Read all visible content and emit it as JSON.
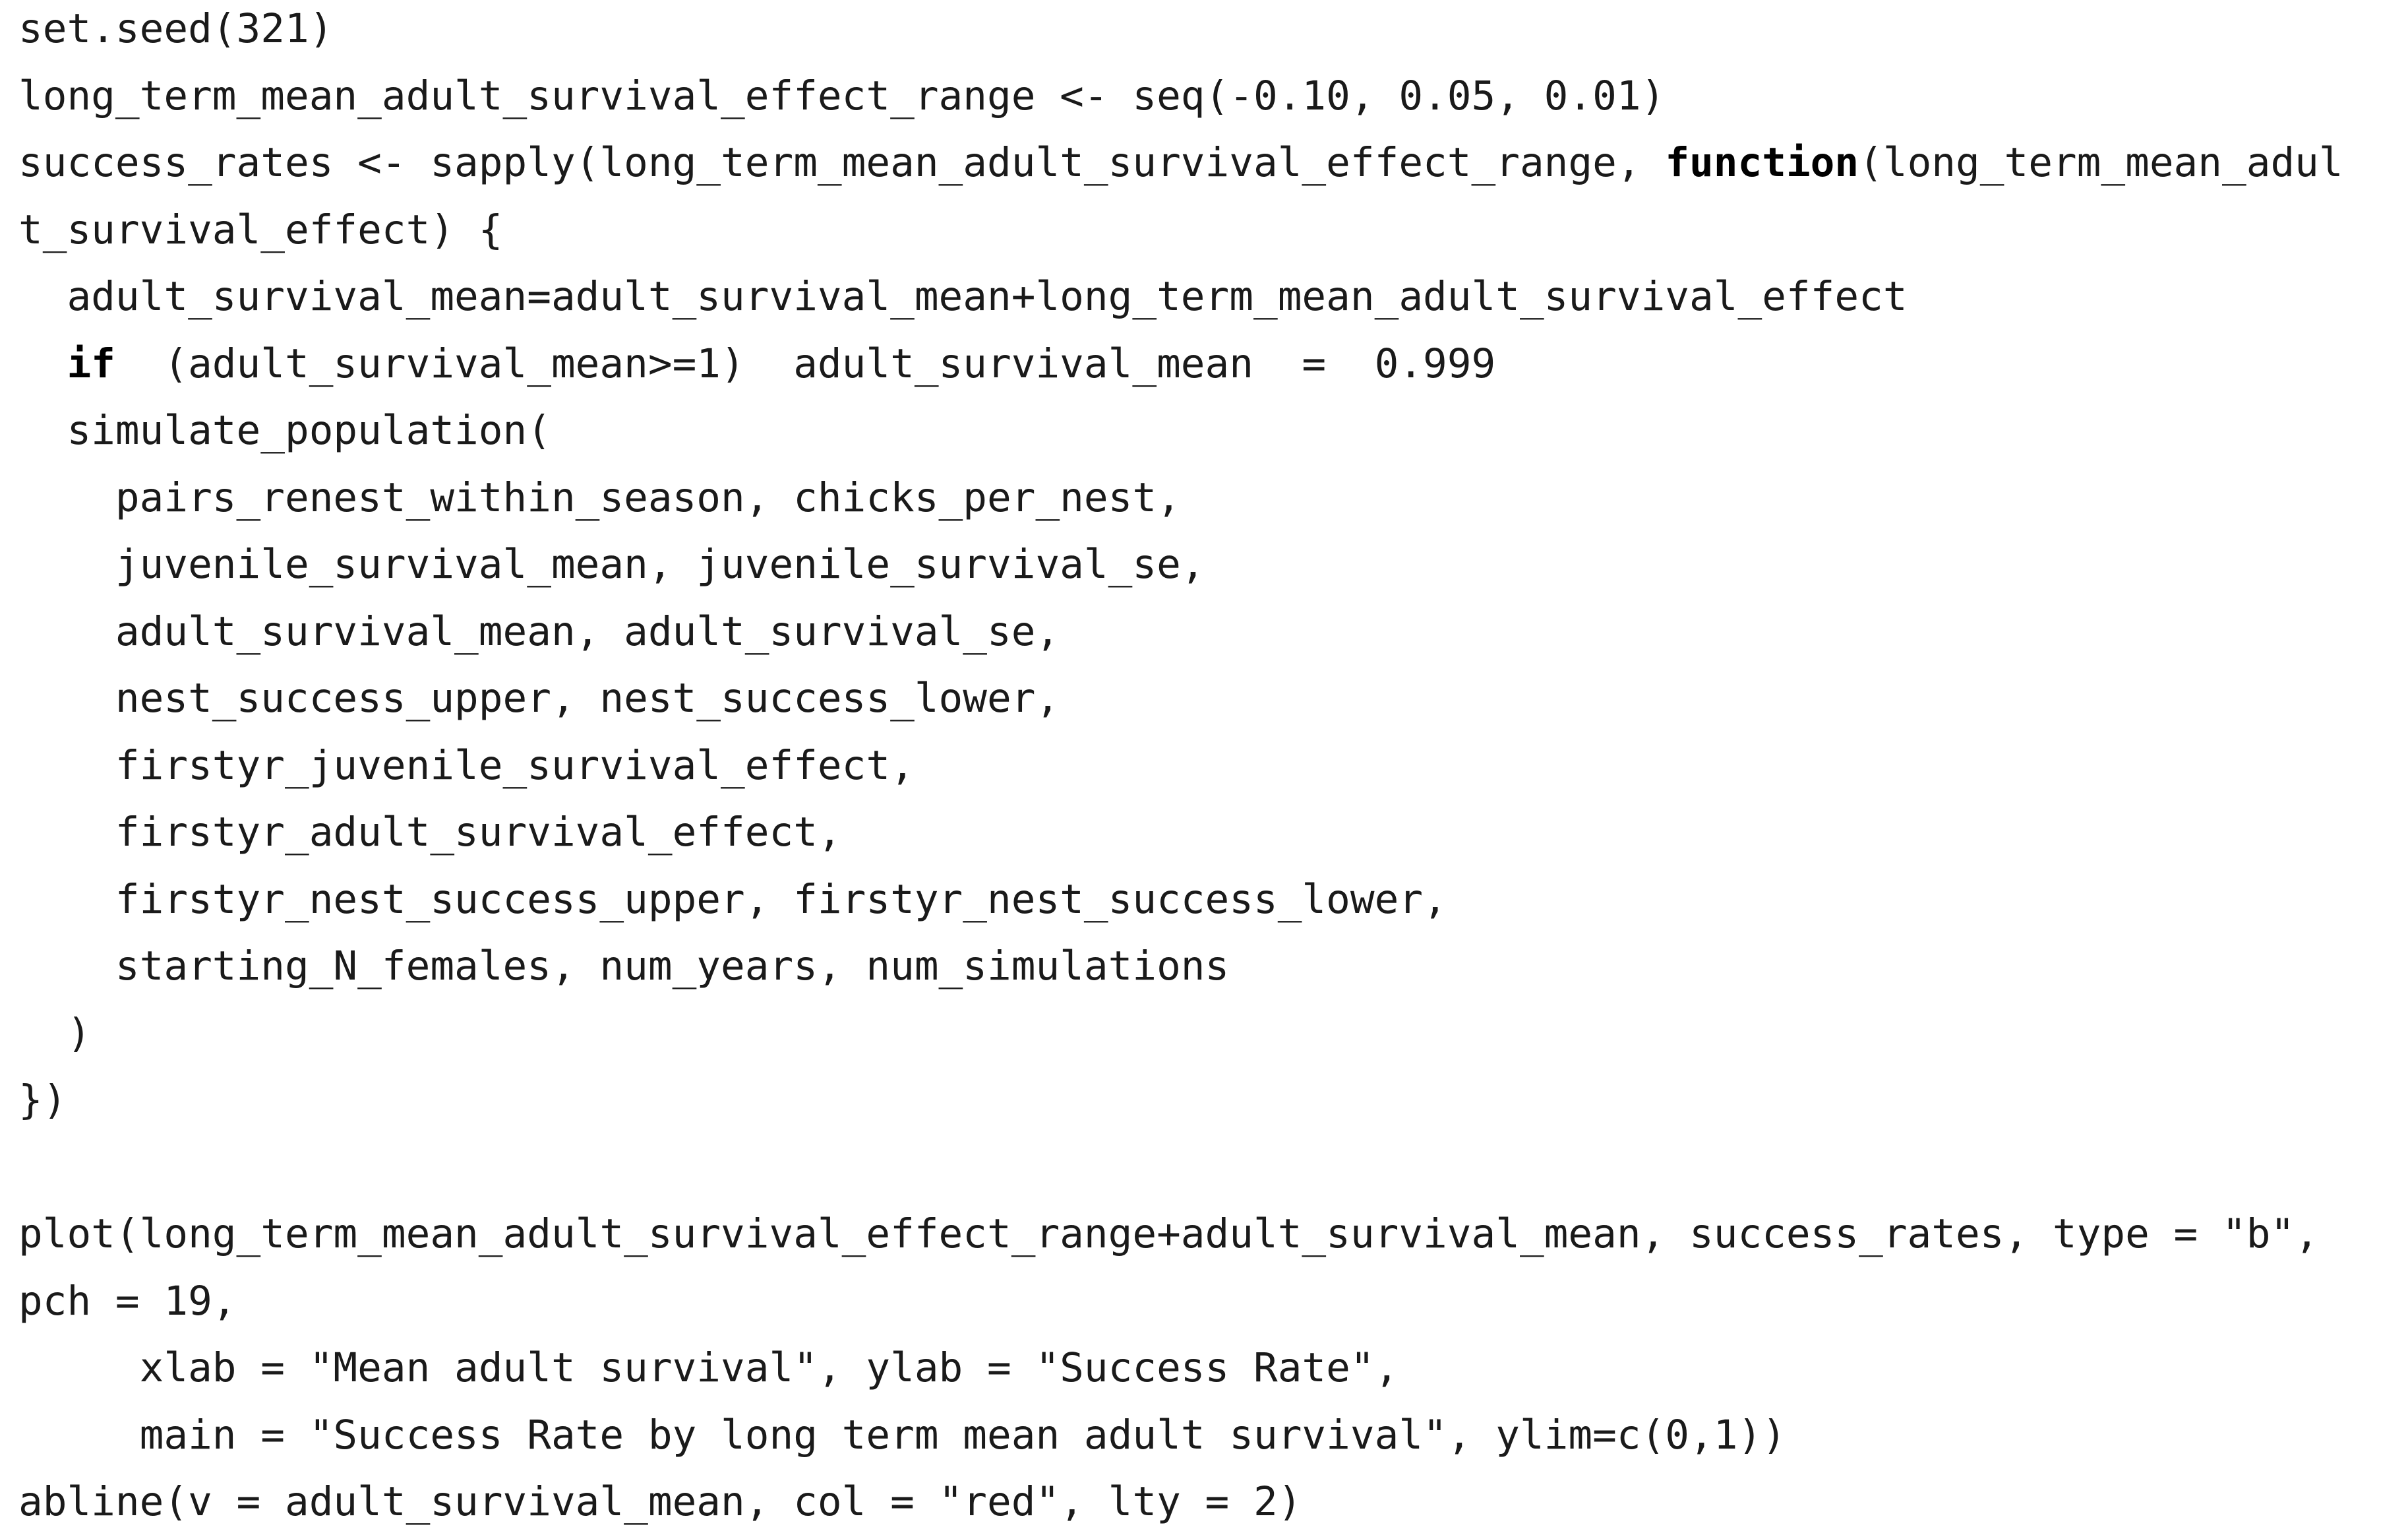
{
  "code": {
    "lines": [
      "set.seed(321)",
      "long_term_mean_adult_survival_effect_range <- seq(-0.10, 0.05, 0.01)",
      {
        "before": "success_rates <- sapply(long_term_mean_adult_survival_effect_range, ",
        "keyword": "function",
        "after": "(long_term_mean_adul"
      },
      "t_survival_effect) {",
      "  adult_survival_mean=adult_survival_mean+long_term_mean_adult_survival_effect",
      {
        "before": "  ",
        "keyword": "if",
        "after": "  (adult_survival_mean>=1)  adult_survival_mean  =  0.999"
      },
      "  simulate_population(",
      "    pairs_renest_within_season, chicks_per_nest,",
      "    juvenile_survival_mean, juvenile_survival_se,",
      "    adult_survival_mean, adult_survival_se,",
      "    nest_success_upper, nest_success_lower,",
      "    firstyr_juvenile_survival_effect,",
      "    firstyr_adult_survival_effect,",
      "    firstyr_nest_success_upper, firstyr_nest_success_lower,",
      "    starting_N_females, num_years, num_simulations",
      "  )",
      "})",
      "",
      "plot(long_term_mean_adult_survival_effect_range+adult_survival_mean, success_rates, type = \"b\",",
      "pch = 19,",
      "     xlab = \"Mean adult survival\", ylab = \"Success Rate\",",
      "     main = \"Success Rate by long term mean adult survival\", ylim=c(0,1))",
      "abline(v = adult_survival_mean, col = \"red\", lty = 2)"
    ]
  },
  "colors": {
    "background": "#ffffff",
    "text": "#1a1a1a",
    "keyword": "#000000"
  }
}
